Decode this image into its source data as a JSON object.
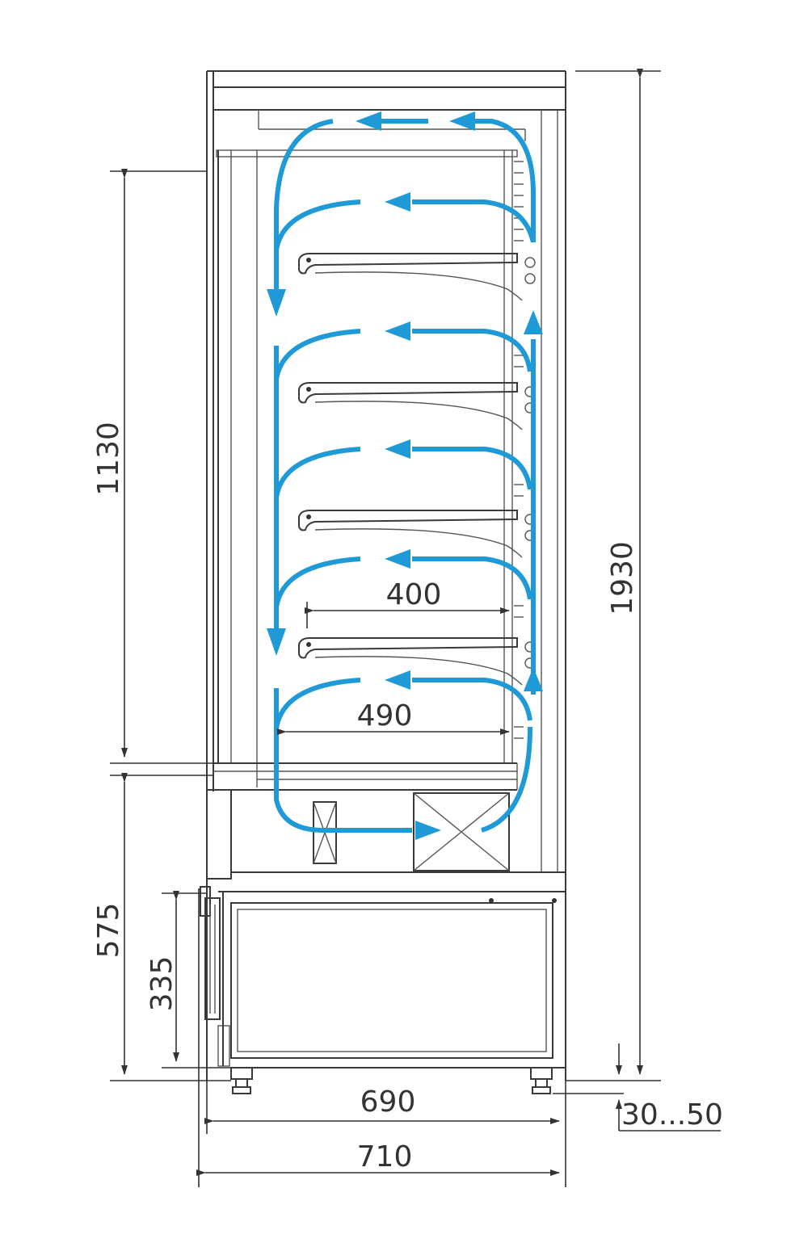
{
  "colors": {
    "line": "#3a3a3a",
    "airflow": "#1f9ad6",
    "background": "#ffffff"
  },
  "dimensions": {
    "total_height": "1930",
    "display_height": "1130",
    "base_height": "575",
    "drawer_height": "335",
    "inner_width": "690",
    "outer_width": "710",
    "feet_adjust": "30...50",
    "shelf_depth_top": "400",
    "shelf_depth_bottom": "490"
  }
}
